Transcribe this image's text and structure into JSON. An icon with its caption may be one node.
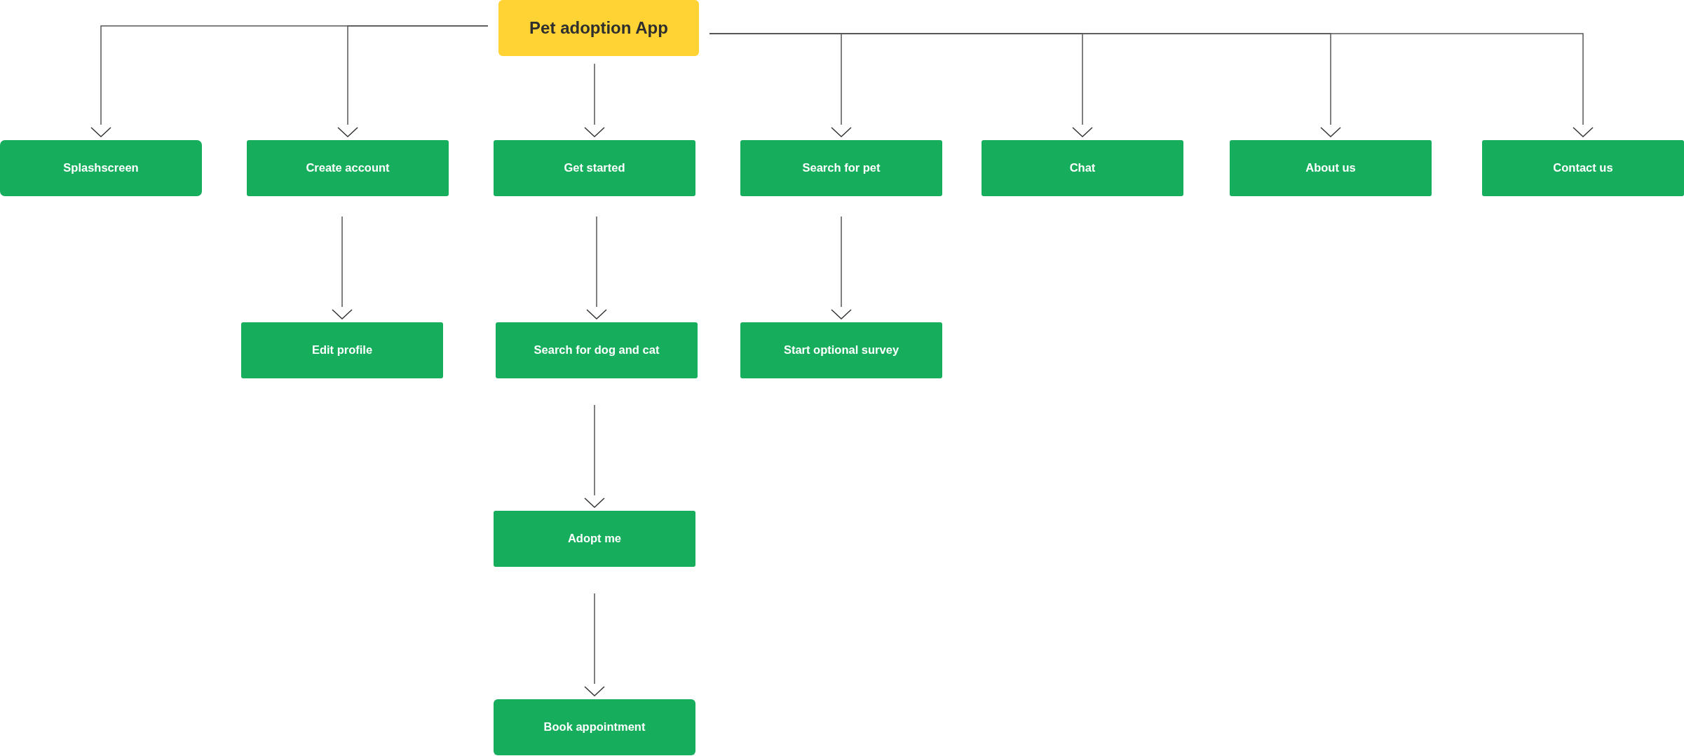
{
  "diagram": {
    "nodes": [
      {
        "text": [
          "Pet adoption App"
        ]
      },
      {
        "text": [
          "Splashscreen"
        ]
      },
      {
        "text": [
          "Create account"
        ]
      },
      {
        "text": [
          "Get started"
        ]
      },
      {
        "text": [
          "Search for pet"
        ]
      },
      {
        "text": [
          "Chat"
        ]
      },
      {
        "text": [
          "About us"
        ]
      },
      {
        "text": [
          "Contact us"
        ]
      },
      {
        "text": [
          "Edit profile"
        ]
      },
      {
        "text": [
          "Search for dog and cat"
        ]
      },
      {
        "text": [
          "Start optional survey"
        ]
      },
      {
        "text": [
          "Adopt me"
        ]
      },
      {
        "text": [
          "Book appointment"
        ]
      }
    ],
    "edges": [
      {
        "from": 0,
        "to": 1,
        "arrow": "to"
      },
      {
        "from": 0,
        "to": 2,
        "arrow": "to"
      },
      {
        "from": 0,
        "to": 3,
        "arrow": "to"
      },
      {
        "from": 0,
        "to": 4,
        "arrow": "to"
      },
      {
        "from": 0,
        "to": 5,
        "arrow": "to"
      },
      {
        "from": 0,
        "to": 6,
        "arrow": "to"
      },
      {
        "from": 0,
        "to": 7,
        "arrow": "to"
      },
      {
        "from": 2,
        "to": 8,
        "arrow": "to"
      },
      {
        "from": 3,
        "to": 9,
        "arrow": "to"
      },
      {
        "from": 4,
        "to": 10,
        "arrow": "to"
      },
      {
        "from": 9,
        "to": 11,
        "arrow": "to"
      },
      {
        "from": 11,
        "to": 12,
        "arrow": "to"
      }
    ]
  }
}
